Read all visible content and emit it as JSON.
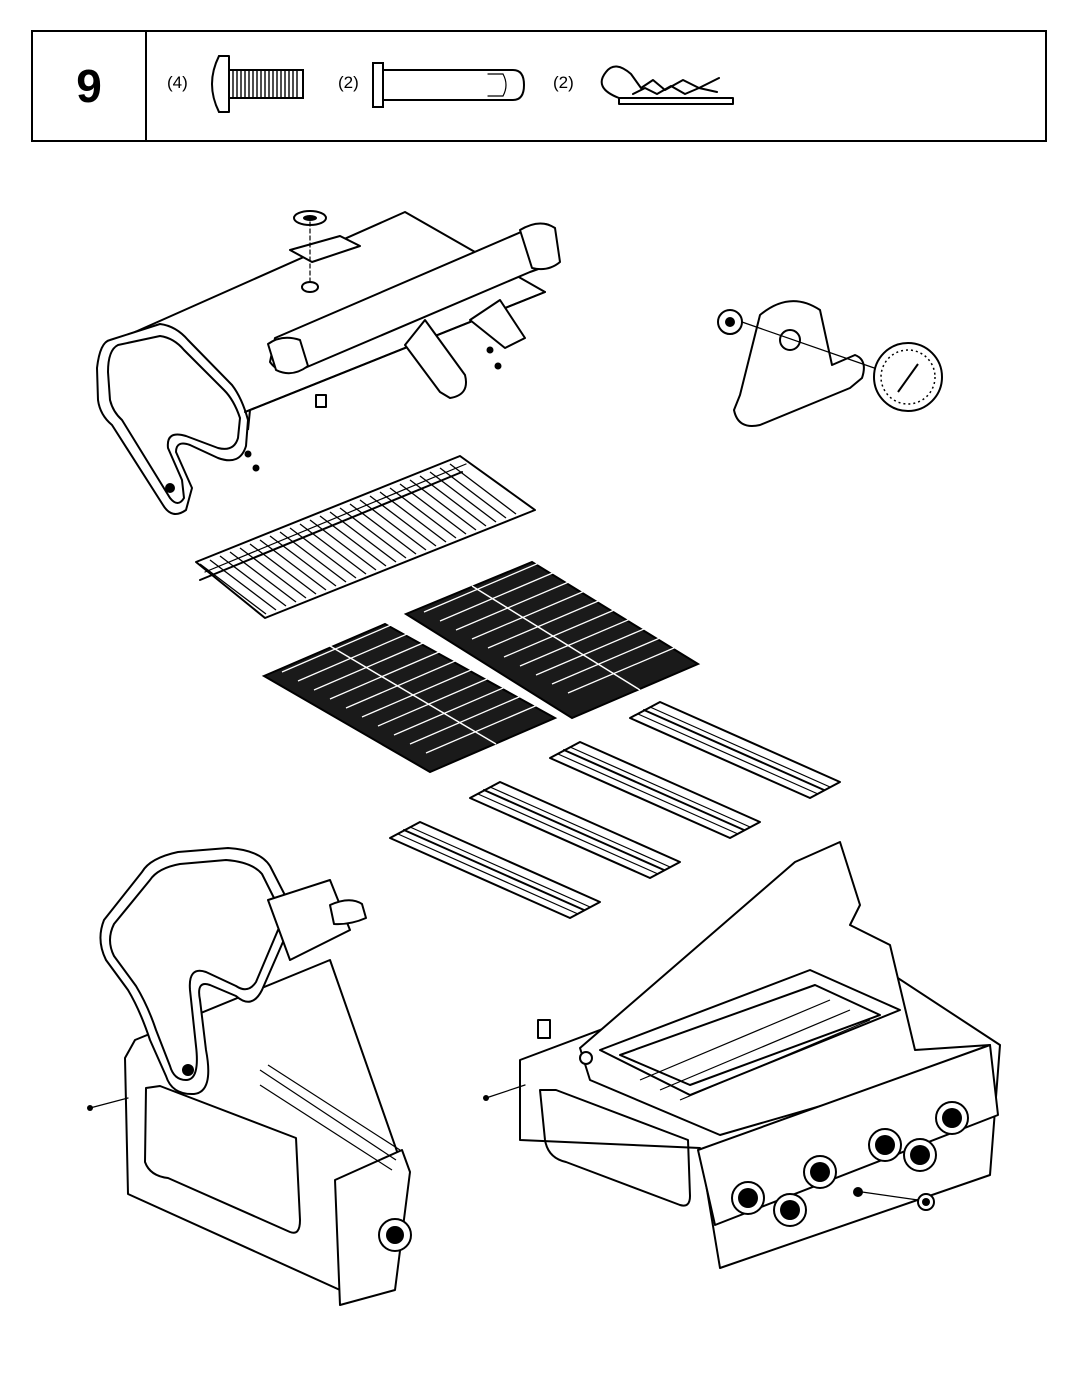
{
  "step": {
    "number": "9"
  },
  "parts": [
    {
      "qty": "(4)",
      "icon": "bolt-icon"
    },
    {
      "qty": "(2)",
      "icon": "pin-icon"
    },
    {
      "qty": "(2)",
      "icon": "cotter-clip-icon"
    }
  ]
}
